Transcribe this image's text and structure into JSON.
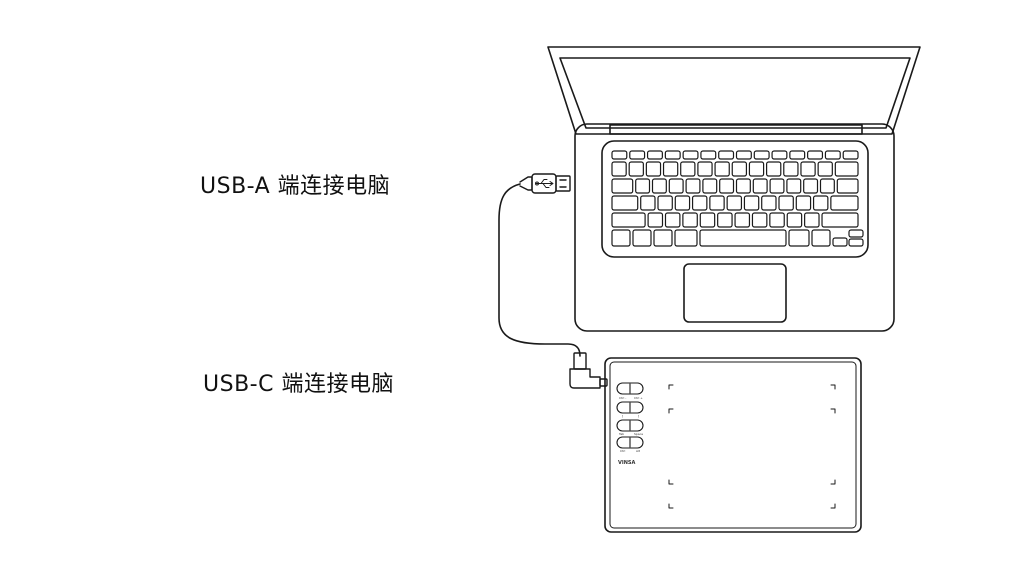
{
  "labels": {
    "usb_a": "USB-A 端连接电脑",
    "usb_c": "USB-C 端连接电脑"
  },
  "tablet": {
    "brand": "VINSA",
    "key_labels": [
      "Ctrl -",
      "Ctrl +",
      "[",
      "]",
      "Tab",
      "Space",
      "Ctrl",
      "Alt"
    ]
  },
  "colors": {
    "line": "#1a1a1a",
    "text": "#111111",
    "background": "#ffffff"
  }
}
